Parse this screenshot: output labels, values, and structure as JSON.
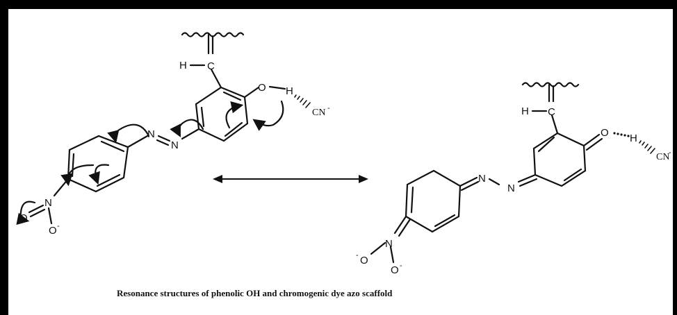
{
  "caption": "Resonance structures of phenolic OH and chromogenic dye azo scaffold",
  "atoms": {
    "hydrogen": "H",
    "carbon": "C",
    "oxygen": "O",
    "nitrogen": "N",
    "oxygen_anion": "O",
    "minus": "-",
    "cyanide": "CN",
    "cyanide_charge": "-"
  },
  "colors": {
    "ink": "#111111",
    "frame": "#000000",
    "background": "#ffffff"
  }
}
